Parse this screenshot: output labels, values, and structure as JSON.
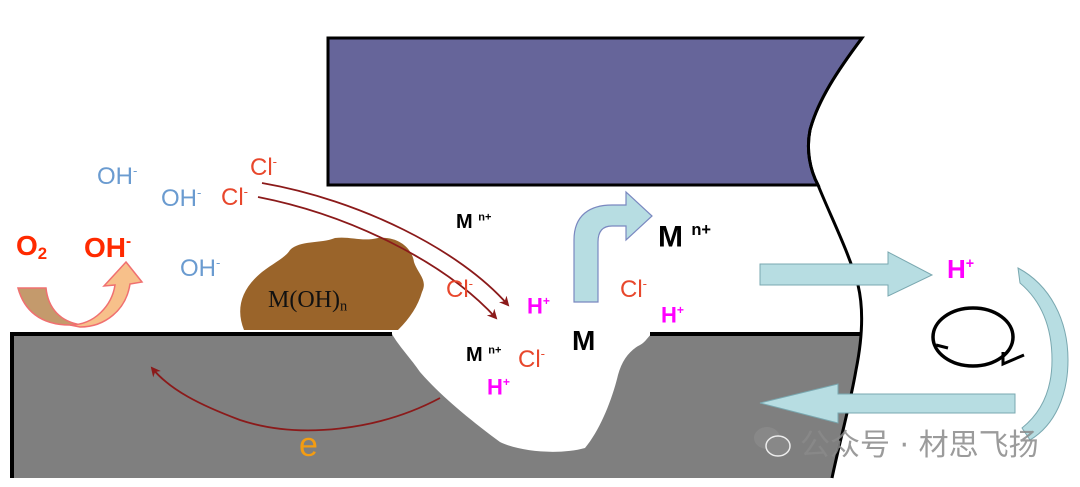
{
  "diagram": {
    "title": "Pitting corrosion mechanism",
    "colors": {
      "passive_film": "#66659a",
      "metal": "#7f7f7f",
      "hydroxide": "#9a642a",
      "flow_arrow": "#b7dde2",
      "chloride": "#e8472c",
      "hydroxide_ion": "#6a9bd0",
      "proton": "#ff00ff",
      "electron": "#f39c12",
      "path_arrow": "#8b1a1a"
    },
    "labels": {
      "oh_1": {
        "base": "OH",
        "sup": "-"
      },
      "oh_2": {
        "base": "OH",
        "sup": "-"
      },
      "oh_3": {
        "base": "OH",
        "sup": "-"
      },
      "cl_1": {
        "base": "Cl",
        "sup": "-"
      },
      "cl_2": {
        "base": "Cl",
        "sup": "-"
      },
      "cl_3": {
        "base": "Cl",
        "sup": "-"
      },
      "cl_4": {
        "base": "Cl",
        "sup": "-"
      },
      "cl_5": {
        "base": "Cl",
        "sup": "-"
      },
      "o2": {
        "base": "O",
        "sub": "2"
      },
      "oh_cathode": {
        "base": "OH",
        "sup": "-"
      },
      "hydroxide_deposit": {
        "base": "M(OH)",
        "sub": "n"
      },
      "mn_1": {
        "base": "M",
        "sup": "n+"
      },
      "mn_2": {
        "base": "M",
        "sup": "n+"
      },
      "mn_3": {
        "base": "M",
        "sup": "n+"
      },
      "h_1": {
        "base": "H",
        "sup": "+"
      },
      "h_2": {
        "base": "H",
        "sup": "+"
      },
      "h_3": {
        "base": "H",
        "sup": "+"
      },
      "h_4": {
        "base": "H",
        "sup": "+"
      },
      "metal": "M",
      "electron": "e"
    },
    "watermark": "公众号 · 材思飞扬"
  }
}
